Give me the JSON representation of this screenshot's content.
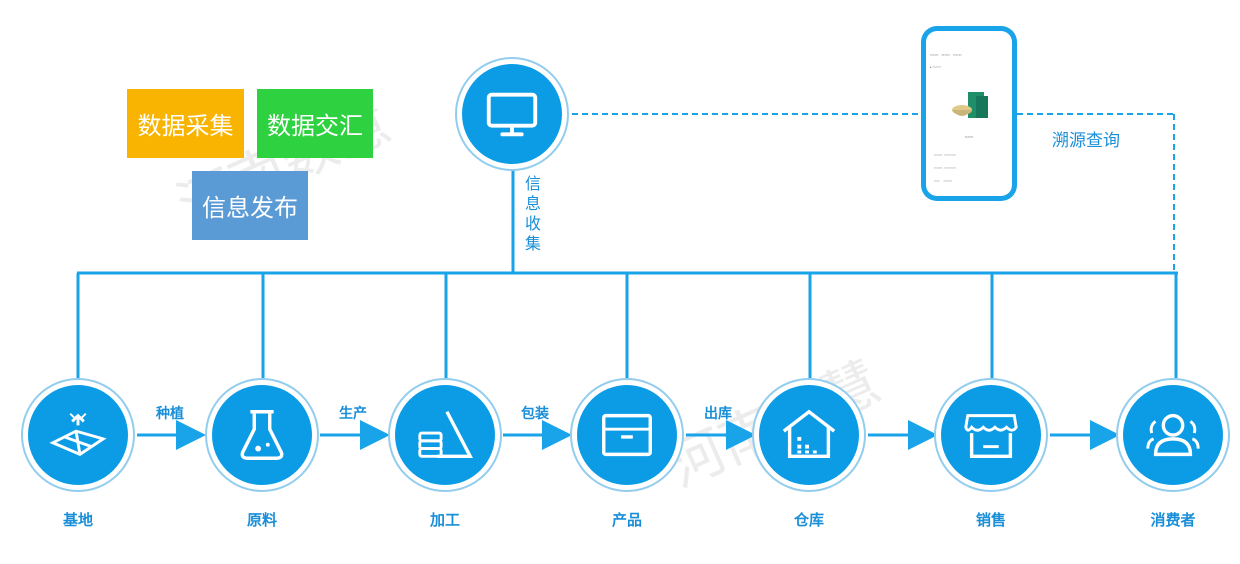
{
  "tags": {
    "collect": "数据采集",
    "exchange": "数据交汇",
    "publish": "信息发布"
  },
  "center": {
    "label": "信息收集",
    "icon": "monitor-icon"
  },
  "trace": {
    "label": "溯源查询"
  },
  "nodes": [
    {
      "label": "基地",
      "icon": "greenhouse-field-icon"
    },
    {
      "label": "原料",
      "icon": "flask-icon"
    },
    {
      "label": "加工",
      "icon": "processing-icon"
    },
    {
      "label": "产品",
      "icon": "box-icon"
    },
    {
      "label": "仓库",
      "icon": "warehouse-icon"
    },
    {
      "label": "销售",
      "icon": "storefront-icon"
    },
    {
      "label": "消费者",
      "icon": "users-icon"
    }
  ],
  "steps": [
    "种植",
    "生产",
    "包装",
    "出库"
  ],
  "watermark": "河南数慧",
  "colors": {
    "primary": "#0c9ce6",
    "line": "#19a3e8",
    "yellow": "#f8b400",
    "green": "#2ed13f",
    "blue": "#5b9bd5"
  }
}
